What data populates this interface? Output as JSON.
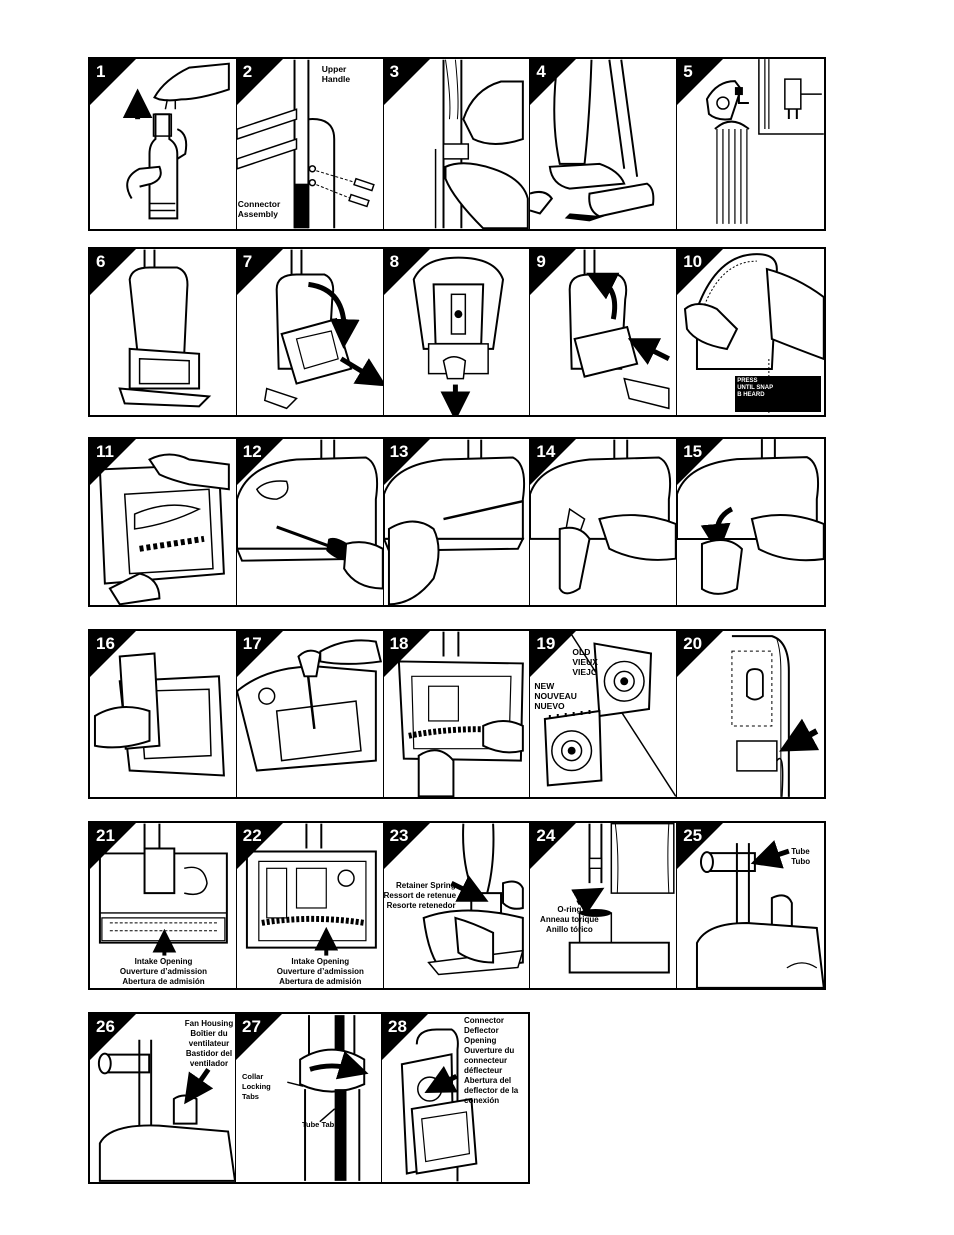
{
  "page": {
    "background": "#ffffff",
    "ink": "#000000"
  },
  "rows": [
    {
      "panels": [
        {
          "number": "1",
          "icon": "pull-up-arrow-hand"
        },
        {
          "number": "2",
          "labels": {
            "upper_handle": [
              "Upper",
              "Handle"
            ],
            "connector_assembly": [
              "Connector",
              "Assembly"
            ]
          },
          "icon": "screws-handle"
        },
        {
          "number": "3",
          "icon": "hands-on-handle"
        },
        {
          "number": "4",
          "icon": "foot-on-vacuum"
        },
        {
          "number": "5",
          "icon": "cord-hook"
        }
      ]
    },
    {
      "panels": [
        {
          "number": "6",
          "icon": "bag-housing"
        },
        {
          "number": "7",
          "icon": "open-door-arrows"
        },
        {
          "number": "8",
          "icon": "pull-down-bag"
        },
        {
          "number": "9",
          "icon": "close-door-arrows"
        },
        {
          "number": "10",
          "label": [
            "PRESS",
            "UNTIL SNAP",
            "B HEARD"
          ],
          "icon": "press-snap"
        }
      ]
    },
    {
      "panels": [
        {
          "number": "11",
          "icon": "flip-base"
        },
        {
          "number": "12",
          "icon": "screwdriver"
        },
        {
          "number": "13",
          "icon": "lift-cover"
        },
        {
          "number": "14",
          "icon": "pull-tab"
        },
        {
          "number": "15",
          "icon": "rotate-tab"
        }
      ]
    },
    {
      "panels": [
        {
          "number": "16",
          "icon": "remove-plate"
        },
        {
          "number": "17",
          "icon": "screw-base"
        },
        {
          "number": "18",
          "icon": "brushroll-remove"
        },
        {
          "number": "19",
          "labels": {
            "old": [
              "OLD",
              "VIEUX",
              "VIEJO"
            ],
            "new": [
              "NEW",
              "NOUVEAU",
              "NUEVO"
            ]
          },
          "icon": "old-new-fan"
        },
        {
          "number": "20",
          "icon": "bag-arrow"
        }
      ]
    },
    {
      "panels": [
        {
          "number": "21",
          "label": [
            "Intake Opening",
            "Ouverture d’admission",
            "Abertura de admisión"
          ],
          "icon": "intake-top"
        },
        {
          "number": "22",
          "label": [
            "Intake Opening",
            "Ouverture d’admission",
            "Abertura de admisión"
          ],
          "icon": "intake-bottom"
        },
        {
          "number": "23",
          "label": [
            "Retainer Spring",
            "Ressort de retenue",
            "Resorte retenedor"
          ],
          "icon": "retainer-spring"
        },
        {
          "number": "24",
          "label": [
            "O-ring",
            "Anneau torique",
            "Anillo tórico"
          ],
          "icon": "o-ring"
        },
        {
          "number": "25",
          "label": [
            "Tube",
            "Tubo"
          ],
          "icon": "tube"
        }
      ]
    },
    {
      "panels": [
        {
          "number": "26",
          "label": [
            "Fan Housing",
            "Boîtier du",
            "ventilateur",
            "Bastidor del",
            "ventilador"
          ],
          "icon": "fan-housing"
        },
        {
          "number": "27",
          "labels": {
            "collar": [
              "Collar",
              "Locking",
              "Tabs"
            ],
            "tube_tab": "Tube Tab"
          },
          "icon": "collar-tabs"
        },
        {
          "number": "28",
          "label": [
            "Connector",
            "Deflector",
            "Opening",
            "Ouverture du",
            "connecteur",
            "déflecteur",
            "Abertura del",
            "deflector de  la",
            "conexión"
          ],
          "icon": "deflector-opening"
        }
      ]
    }
  ]
}
